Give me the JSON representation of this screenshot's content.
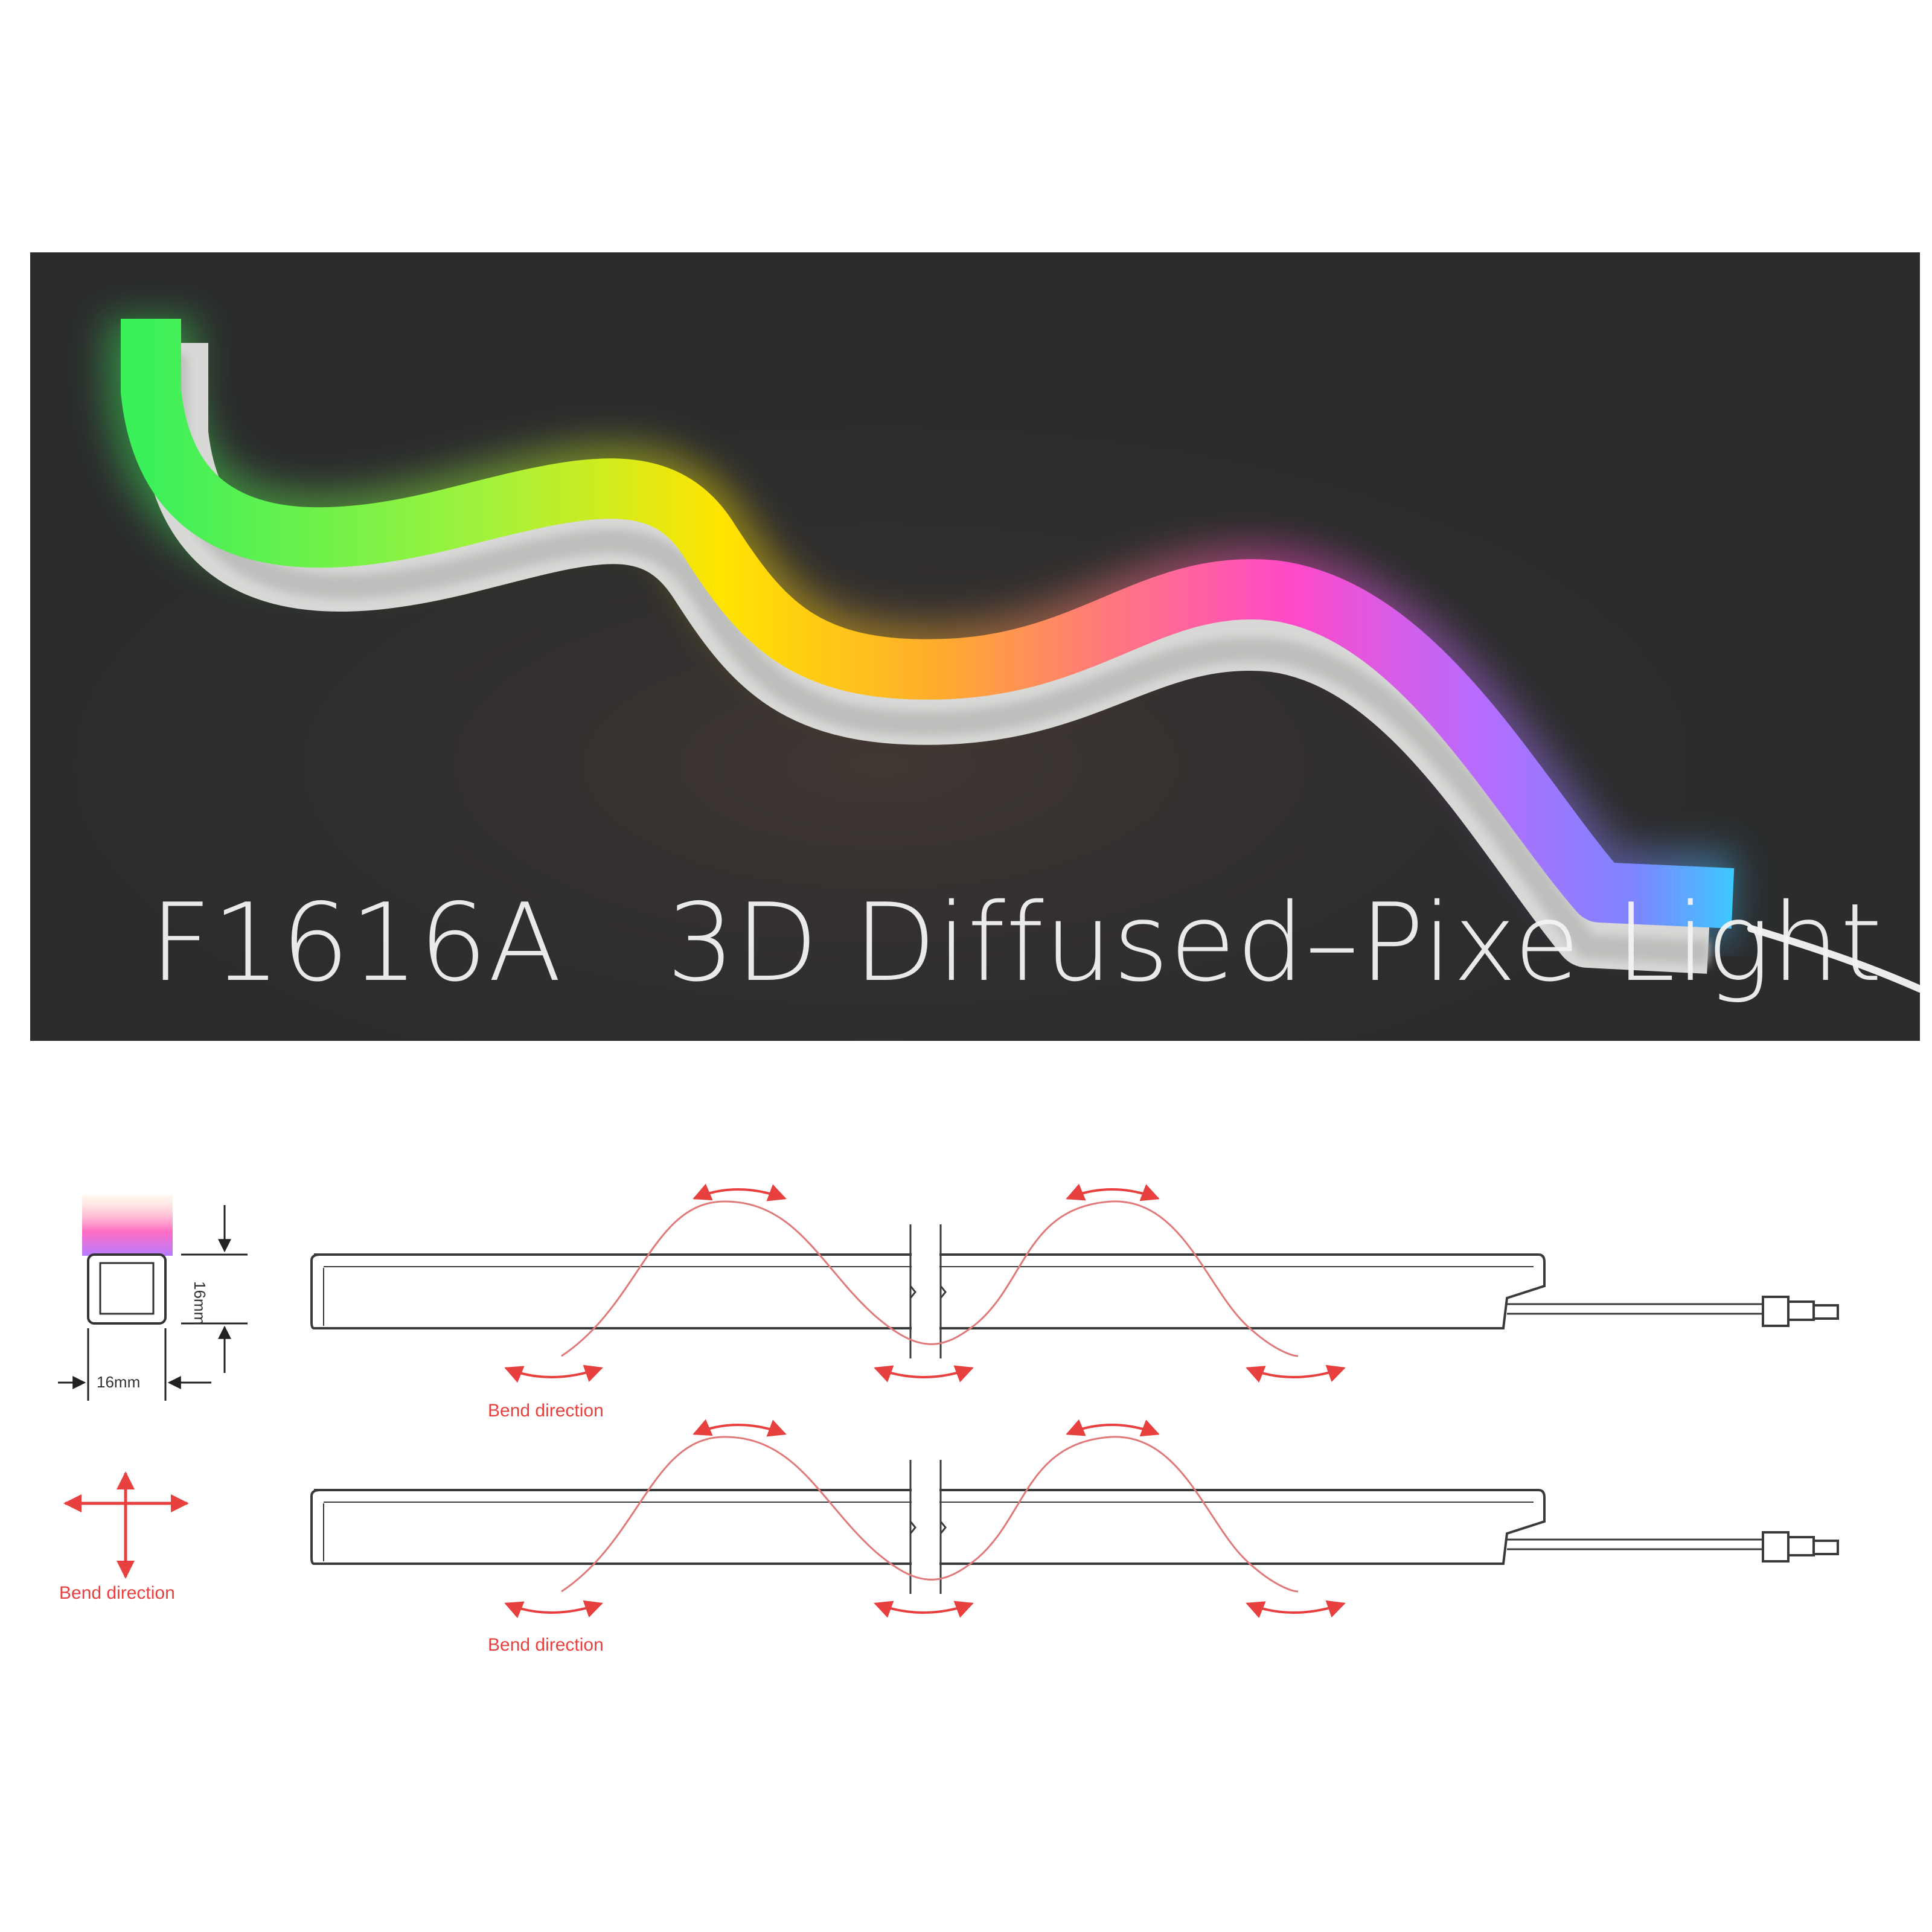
{
  "product": {
    "model": "F1616A",
    "name": "3D Diffused–Pixe Light"
  },
  "dimensions": {
    "height": "16mm",
    "width": "16mm"
  },
  "labels": {
    "bend_direction_top": "Bend direction",
    "bend_direction_left": "Bend direction",
    "bend_direction_bottom": "Bend direction"
  },
  "colors": {
    "background_dark": "#2b2c2d",
    "accent_red": "#e8403f",
    "curve_red": "#e07a7a",
    "line": "#3a3a3a"
  },
  "icons": [
    "square-profile-icon",
    "cross-arrows-icon",
    "connector-icon",
    "bend-arrow-icon"
  ]
}
